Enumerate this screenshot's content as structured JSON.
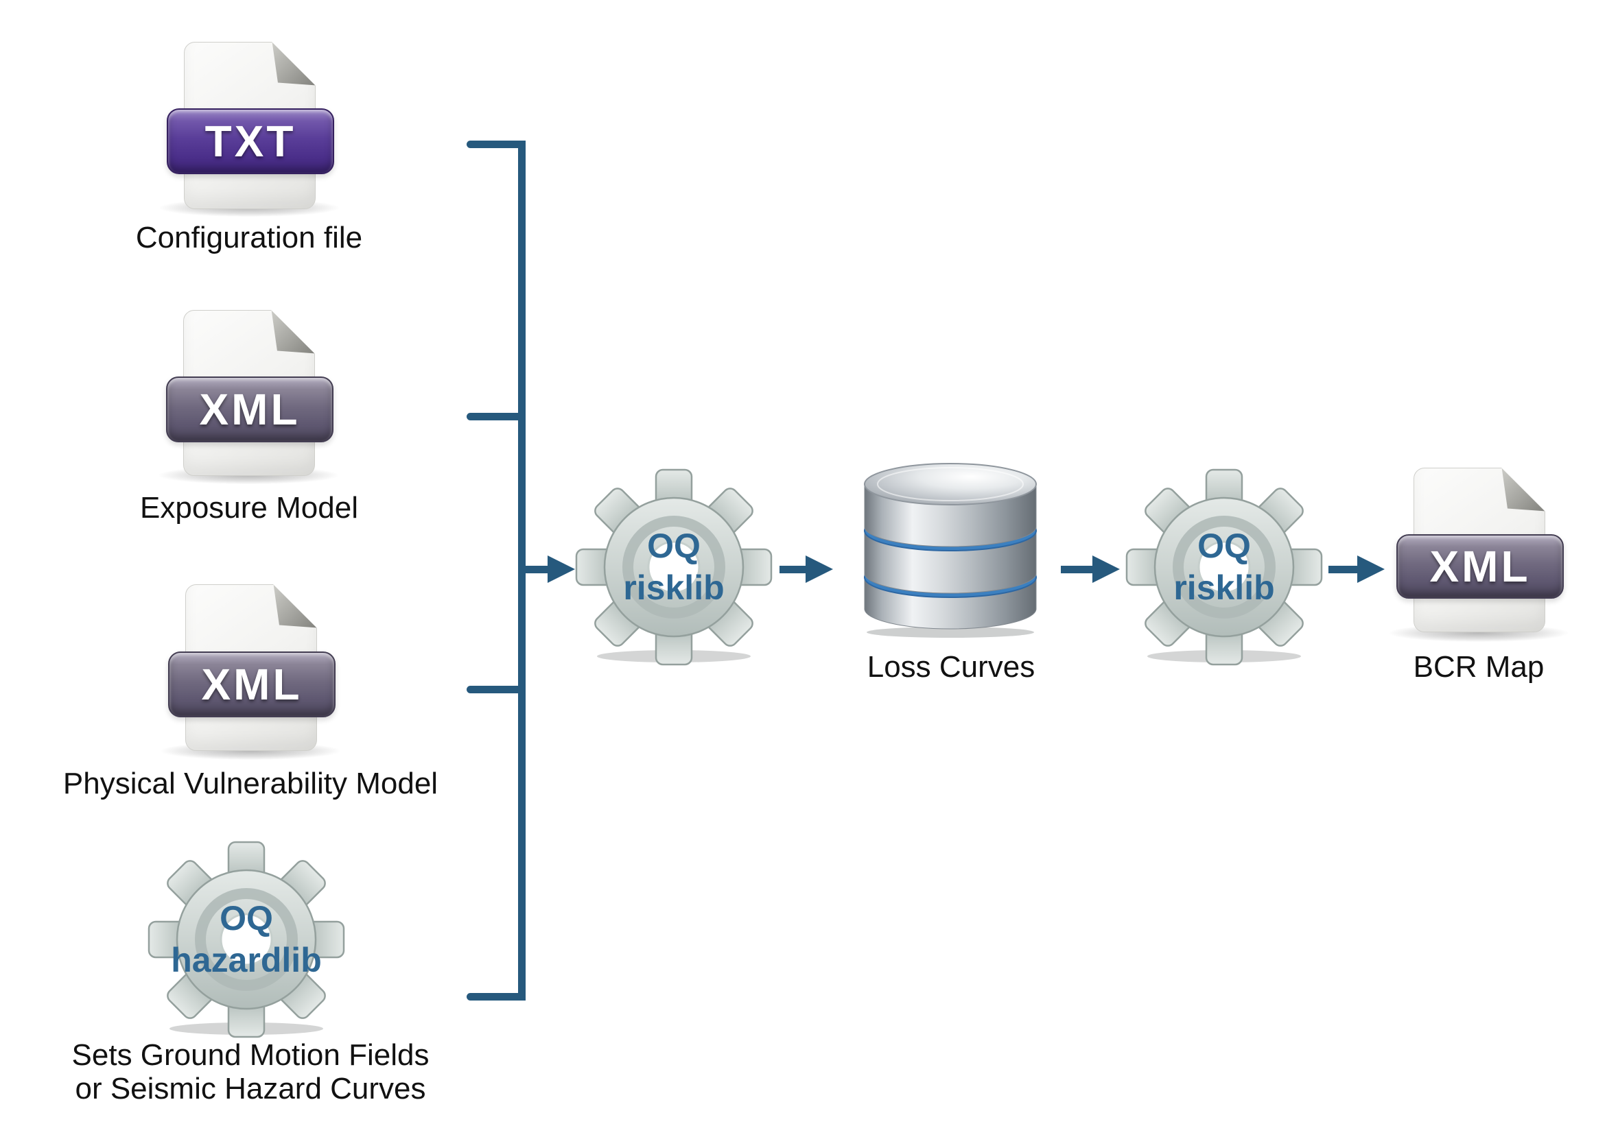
{
  "inputs": [
    {
      "badge": "TXT",
      "label": "Configuration file"
    },
    {
      "badge": "XML",
      "label": "Exposure Model"
    },
    {
      "badge": "XML",
      "label": "Physical Vulnerability Model"
    },
    {
      "gear_line1": "OQ",
      "gear_line2": "hazardlib",
      "label_line1": "Sets Ground Motion Fields",
      "label_line2": "or Seismic Hazard Curves"
    }
  ],
  "pipeline": {
    "gear1": {
      "line1": "OQ",
      "line2": "risklib"
    },
    "database": {
      "label": "Loss Curves"
    },
    "gear2": {
      "line1": "OQ",
      "line2": "risklib"
    },
    "output": {
      "badge": "XML",
      "label": "BCR Map"
    }
  },
  "colors": {
    "connector": "#26597d",
    "gear_text": "#2e6793",
    "database_ring": "#3c80c0",
    "txt_badge": "#5a3e99",
    "xml_badge": "#716a80",
    "caption": "#111111"
  }
}
